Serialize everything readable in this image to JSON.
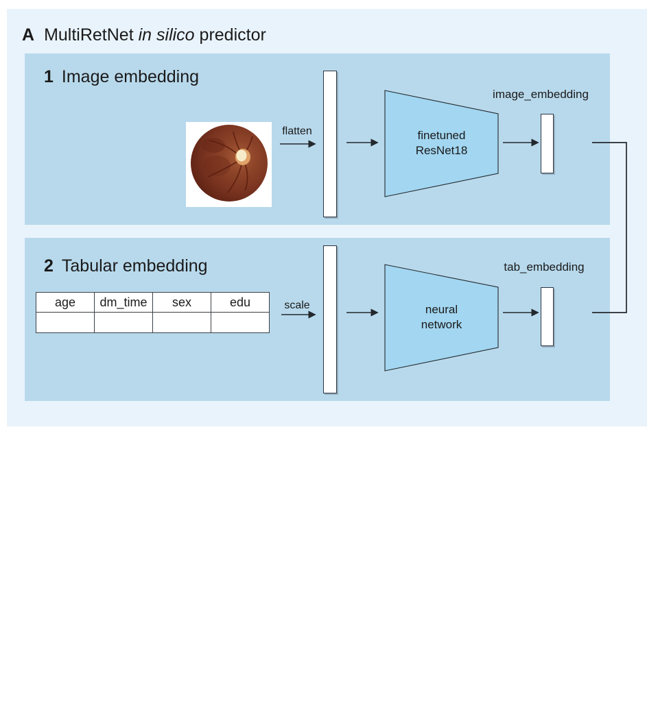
{
  "figure": {
    "panel_label": "A",
    "title_name": "MultiRetNet",
    "title_italic": "in silico",
    "title_suffix": "predictor"
  },
  "image_panel": {
    "number": "1",
    "heading": "Image embedding",
    "transform_label": "flatten",
    "model": {
      "line1": "finetuned",
      "line2": "ResNet18"
    },
    "output_label": "image_embedding"
  },
  "tabular_panel": {
    "number": "2",
    "heading": "Tabular embedding",
    "table_headers": [
      "age",
      "dm_time",
      "sex",
      "edu"
    ],
    "transform_label": "scale",
    "model": {
      "line1": "neural",
      "line2": "network"
    },
    "output_label": "tab_embedding"
  },
  "colors": {
    "outer_background": "#e9f3fb",
    "panel_background": "#b8d9ec",
    "trapezoid_fill": "#a2d6f1",
    "line_color": "#23282d"
  }
}
